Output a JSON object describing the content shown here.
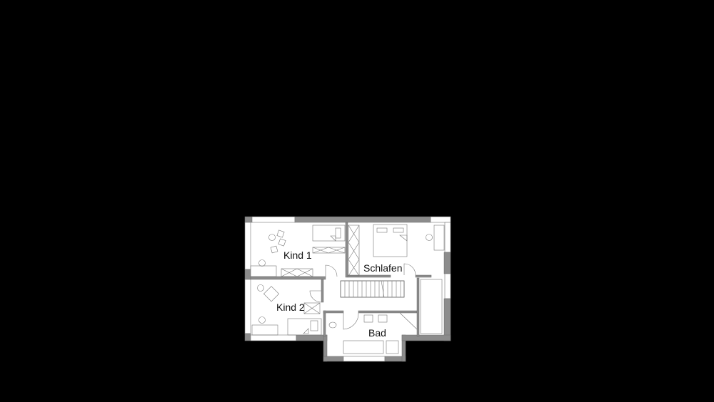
{
  "diagram": {
    "type": "floor-plan",
    "colors": {
      "background": "#000000",
      "floor": "#ffffff",
      "walls": "#8c8c8c",
      "lines": "#555555",
      "text": "#111111"
    },
    "rooms": [
      {
        "id": "kind1",
        "label": "Kind 1"
      },
      {
        "id": "schlafen",
        "label": "Schlafen"
      },
      {
        "id": "kind2",
        "label": "Kind 2"
      },
      {
        "id": "bad",
        "label": "Bad"
      }
    ]
  }
}
